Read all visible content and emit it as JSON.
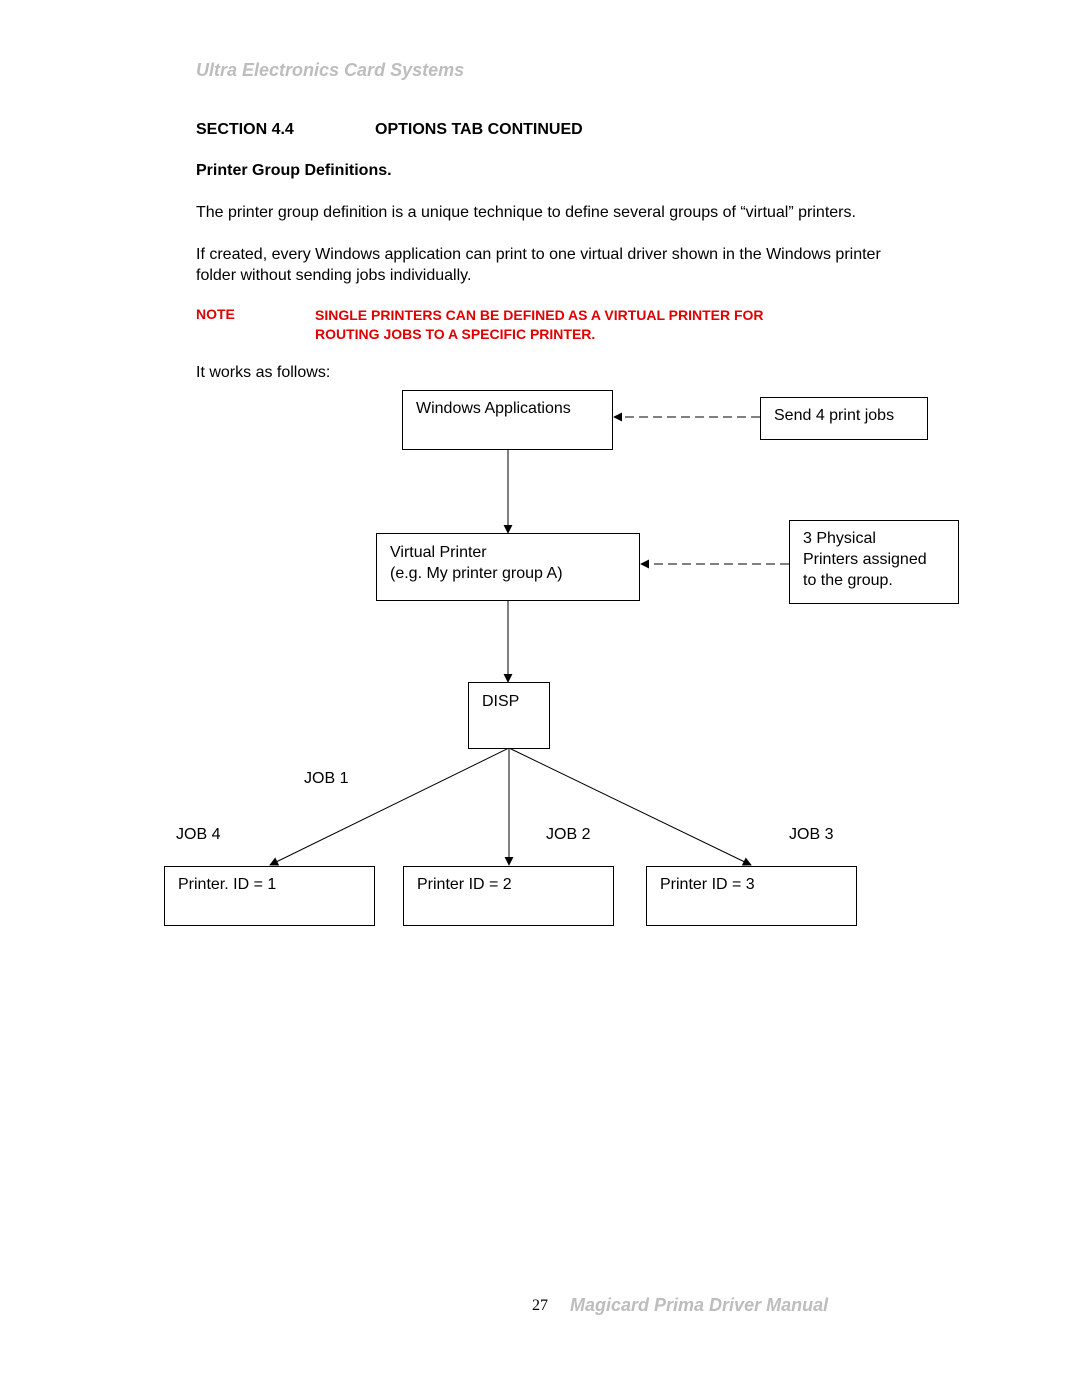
{
  "header": {
    "company": "Ultra Electronics Card Systems"
  },
  "section": {
    "number": "SECTION 4.4",
    "title": "OPTIONS TAB CONTINUED"
  },
  "subheading": "Printer Group Definitions.",
  "paragraphs": [
    "The printer group definition is a unique technique to define several groups of “virtual” printers.",
    "If created, every Windows application can print to one virtual driver shown in the Windows printer folder without sending jobs individually."
  ],
  "note": {
    "label": "NOTE",
    "line1": "SINGLE PRINTERS CAN BE DEFINED AS A VIRTUAL PRINTER FOR",
    "line2": "ROUTING JOBS TO A SPECIFIC PRINTER."
  },
  "intro": "It works as follows:",
  "diagram": {
    "windows_apps": "Windows Applications",
    "send_jobs": "Send 4 print jobs",
    "virtual_printer_line1": "Virtual Printer",
    "virtual_printer_line2": "(e.g. My printer group A)",
    "physical_line1": "3 Physical",
    "physical_line2": "Printers assigned",
    "physical_line3": "to the group.",
    "disp": "DISP",
    "job1": "JOB 1",
    "job2": "JOB 2",
    "job3": "JOB 3",
    "job4": "JOB 4",
    "printer1": "Printer.  ID = 1",
    "printer2": "Printer  ID = 2",
    "printer3": "Printer  ID = 3"
  },
  "footer": {
    "page_number": "27",
    "manual_title": "Magicard Prima Driver Manual"
  }
}
